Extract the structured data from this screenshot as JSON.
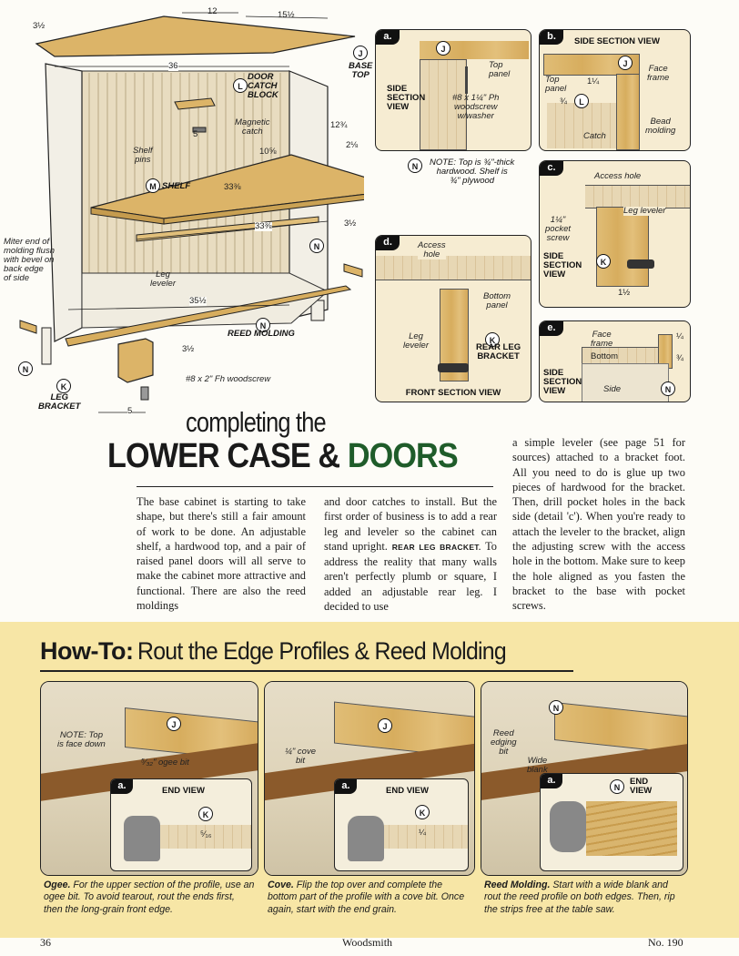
{
  "main_drawing": {
    "dimensions": {
      "top_side": "3½",
      "top_front": "12",
      "top_depth": "15½",
      "width": "36",
      "shelf_depth": "12¾",
      "shelf_front": "2⅛",
      "shelf_back": "10⅝",
      "shelf_width": "33⅜",
      "shelf_width2": "33⅜",
      "reveal": "3½",
      "molding": "35½",
      "catch_space": "5",
      "bracket_h": "3½",
      "bracket_w": "5"
    },
    "labels": {
      "base_top_letter": "J",
      "base_top": "BASE\nTOP",
      "door_catch_letter": "L",
      "door_catch": "DOOR\nCATCH\nBLOCK",
      "magnetic_catch": "Magnetic\ncatch",
      "shelf_pins": "Shelf\npins",
      "shelf_letter": "M",
      "shelf": "SHELF",
      "miter_note": "Miter end of\nmolding flush\nwith bevel on\nback edge\nof side",
      "leg_leveler": "Leg\nleveler",
      "reed_letter": "N",
      "reed_molding": "REED MOLDING",
      "leg_bracket_letter": "K",
      "leg_bracket": "LEG\nBRACKET",
      "woodscrew": "#8 x 2\" Fh woodscrew",
      "note": "NOTE: Top is ¾\"-thick\nhardwood. Shelf is\n¾\" plywood",
      "n_callout": "N"
    }
  },
  "details": {
    "a": {
      "tag": "a.",
      "title": "SIDE\nSECTION\nVIEW",
      "top_panel": "Top\npanel",
      "screw": "#8 x 1¼\" Ph\nwoodscrew\nw/washer",
      "letter": "J"
    },
    "b": {
      "tag": "b.",
      "title": "SIDE SECTION VIEW",
      "face_frame": "Face\nframe",
      "top_panel": "Top\npanel",
      "dim1": "1¼",
      "dim2": "¾",
      "catch": "Catch",
      "bead": "Bead\nmolding",
      "letter_j": "J",
      "letter_l": "L"
    },
    "c": {
      "tag": "c.",
      "access": "Access hole",
      "leg_leveler": "Leg leveler",
      "screw": "1¼\"\npocket\nscrew",
      "title": "SIDE\nSECTION\nVIEW",
      "dim": "1½",
      "letter": "K"
    },
    "d": {
      "tag": "d.",
      "access": "Access\nhole",
      "bottom": "Bottom\npanel",
      "leveler": "Leg\nleveler",
      "rear": "REAR LEG\nBRACKET",
      "letter": "K",
      "title": "FRONT SECTION VIEW"
    },
    "e": {
      "tag": "e.",
      "face": "Face\nframe",
      "bottom": "Bottom",
      "dim1": "¼",
      "dim2": "¾",
      "title": "SIDE\nSECTION\nVIEW",
      "side": "Side",
      "letter": "N"
    }
  },
  "article": {
    "title_line1": "completing the",
    "title_line2a": "LOWER CASE & ",
    "title_line2b": "DOORS",
    "col1": "The base cabinet is starting to take shape, but there's still a fair amount of work to be done. An adjustable shelf, a hardwood top, and a pair of raised panel doors will all serve to make the cabinet more attractive and functional. There are also the reed moldings",
    "col2a": "and door catches to install. But the first order of business is to add a rear leg and leveler so the cabinet can stand upright.",
    "col2_head": "REAR LEG BRACKET.",
    "col2b": " To address the reality that many walls aren't perfectly plumb or square, I added an adjustable rear leg. I decided to use",
    "col3": "a simple leveler (see page 51 for sources) attached to a bracket foot. All you need to do is glue up two pieces of hardwood for the bracket. Then, drill pocket holes in the back side (detail 'c'). When you're ready to attach the leveler to the bracket, align the adjusting screw with the access hole in the bottom. Make sure to keep the hole aligned as you fasten the bracket to the base with pocket screws."
  },
  "howto": {
    "prefix": "How-To:",
    "title": "Rout the Edge Profiles & Reed Molding",
    "steps": [
      {
        "note": "NOTE: Top\nis face down",
        "bit": "⁵⁄₃₂\" ogee bit",
        "letter": "J",
        "end_tag": "a.",
        "end_view": "END VIEW",
        "end_letter": "K",
        "dim": "⁵⁄₁₆",
        "cap_bold": "Ogee.",
        "cap": " For the upper section of the profile, use an ogee bit. To avoid tearout, rout the ends first, then the long-grain front edge."
      },
      {
        "bit": "¼\" cove\nbit",
        "letter": "J",
        "end_tag": "a.",
        "end_view": "END VIEW",
        "end_letter": "K",
        "dim": "¼",
        "cap_bold": "Cove.",
        "cap": " Flip the top over and complete the bottom part of the profile with a cove bit. Once again, start with the end grain."
      },
      {
        "reed": "Reed\nedging\nbit",
        "blank": "Wide\nblank",
        "letter": "N",
        "end_tag": "a.",
        "end_view": "END\nVIEW",
        "end_letter": "N",
        "cap_bold": "Reed Molding.",
        "cap": " Start with a wide blank and rout the reed profile on both edges. Then, rip the strips free at the table saw."
      }
    ]
  },
  "footer": {
    "page": "36",
    "magazine": "Woodsmith",
    "issue": "No. 190"
  },
  "colors": {
    "wood": "#dcb468",
    "band": "#f7e6a6",
    "green": "#1f5c2a"
  }
}
